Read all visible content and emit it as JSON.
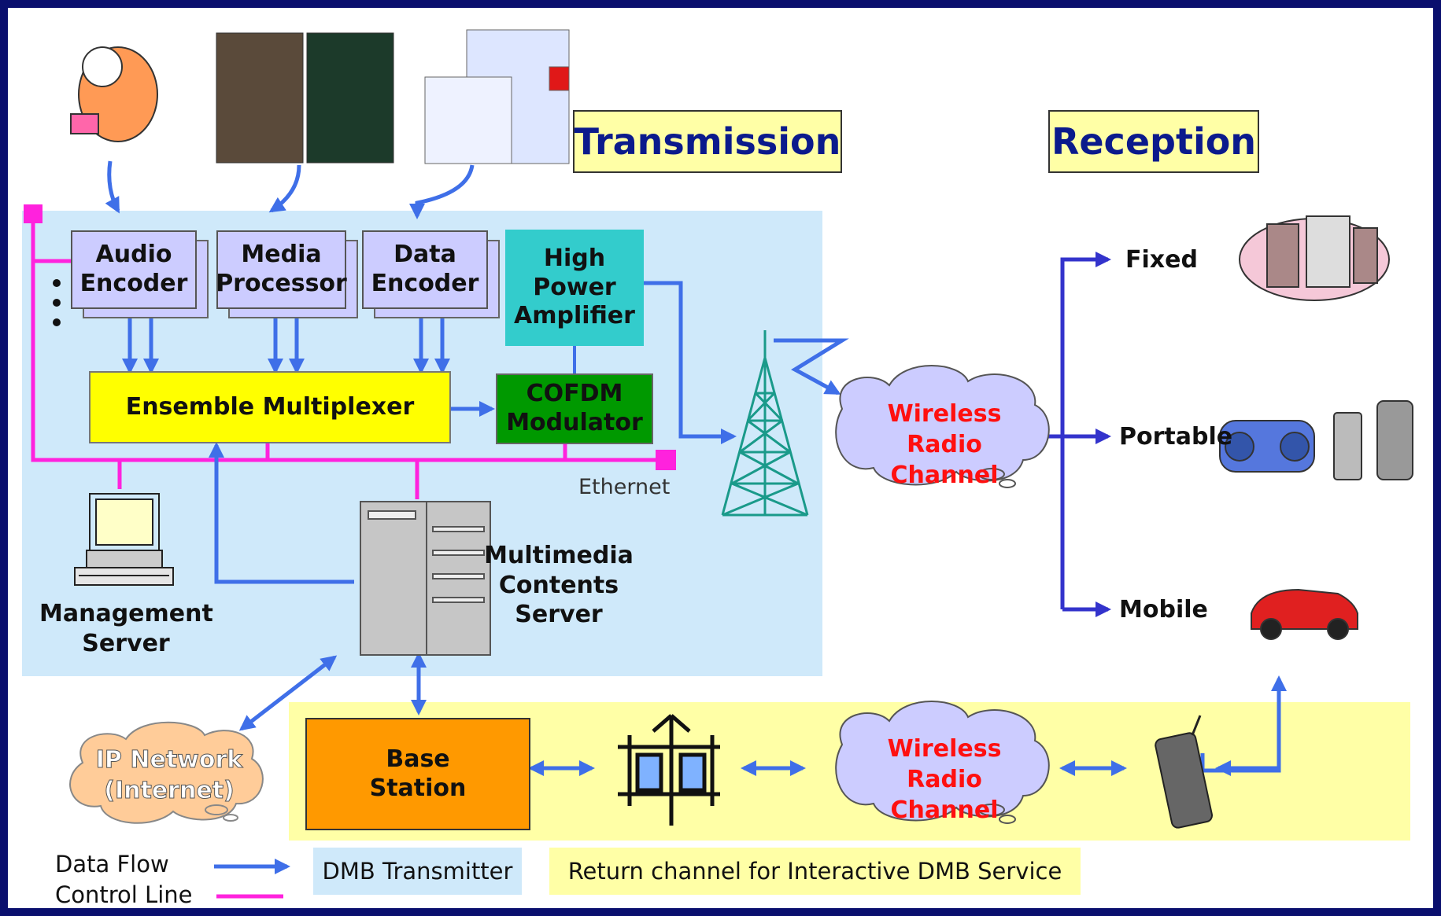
{
  "headers": {
    "transmission": "Transmission",
    "reception": "Reception"
  },
  "blocks": {
    "audio_encoder": "Audio\nEncoder",
    "media_processor": "Media\nProcessor",
    "data_encoder": "Data\nEncoder",
    "high_power_amplifier": "High\nPower\nAmplifier",
    "ensemble_multiplexer": "Ensemble Multiplexer",
    "cofdm_modulator": "COFDM\nModulator",
    "base_station": "Base\nStation"
  },
  "labels": {
    "ethernet": "Ethernet",
    "management_server": "Management\nServer",
    "multimedia_contents_server": "Multimedia\nContents\nServer",
    "wireless_radio_channel_top": "Wireless Radio\nChannel",
    "wireless_radio_channel_bottom": "Wireless Radio\nChannel",
    "ip_network": "IP Network\n(Internet)",
    "fixed": "Fixed",
    "portable": "Portable",
    "mobile": "Mobile"
  },
  "legend": {
    "data_flow": "Data Flow",
    "control_line": "Control Line",
    "dmb_transmitter": "DMB Transmitter",
    "return_channel": "Return channel for Interactive DMB Service"
  },
  "colors": {
    "transmitter_bg": "#cfe9fa",
    "return_bg": "#ffffa6",
    "data_arrow": "#3f6fe8",
    "control_line": "#ff22dd",
    "reception_arrow": "#3333cc"
  }
}
